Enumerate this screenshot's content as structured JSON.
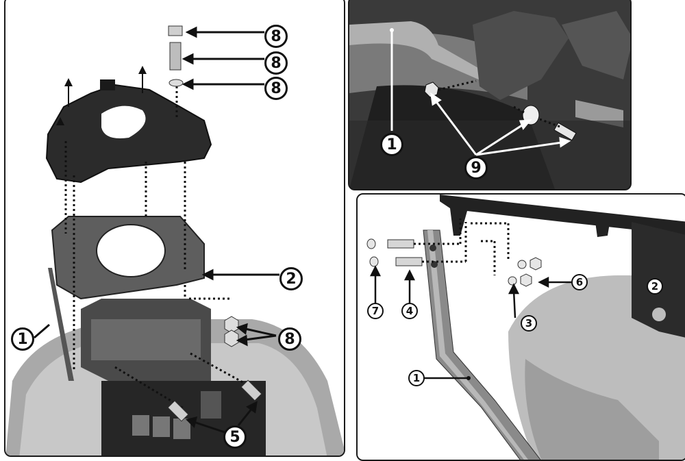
{
  "callouts": {
    "left_1": "1",
    "left_2": "2",
    "left_5": "5",
    "left_8_cap": "8",
    "left_8_bolt": "8",
    "left_8_washer": "8",
    "left_8_nuts": "8",
    "topright_1": "1",
    "topright_9": "9",
    "botright_1": "1",
    "botright_2": "2",
    "botright_3": "3",
    "botright_4": "4",
    "botright_6": "6",
    "botright_7": "7"
  },
  "colors": {
    "line": "#111111",
    "metal": "#8a8a8a",
    "plate_dark": "#2b2b2b",
    "bodywork": "#b9b9b9",
    "photo_bg": "#3a3a3a"
  }
}
